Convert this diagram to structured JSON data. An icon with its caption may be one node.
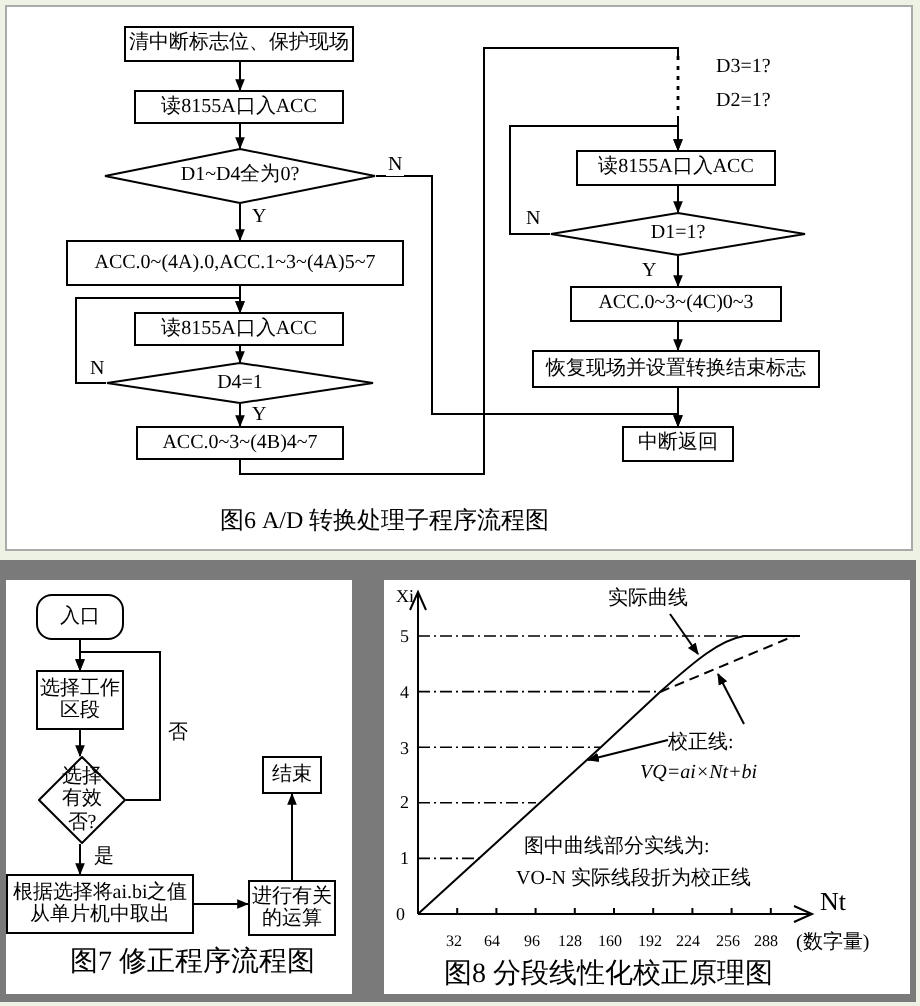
{
  "diagram": {
    "nodes": [
      {
        "text": [
          "清中断标志位、保护现场"
        ]
      },
      {
        "text": [
          "读8155A口入ACC"
        ]
      },
      {
        "text": [
          "D1~D4全为0?"
        ]
      },
      {
        "text": [
          "ACC.0~(4A).0,ACC.1~3~(4A)5~7"
        ]
      },
      {
        "text": [
          "读8155A口入ACC"
        ]
      },
      {
        "text": [
          "D4=1"
        ]
      },
      {
        "text": [
          "ACC.0~3~(4B)4~7"
        ]
      },
      {
        "text": [
          "读8155A口入ACC"
        ]
      },
      {
        "text": [
          "D1=1?"
        ]
      },
      {
        "text": [
          "ACC.0~3~(4C)0~3"
        ]
      },
      {
        "text": [
          "恢复现场并设置转换结束标志"
        ]
      },
      {
        "text": [
          "中断返回"
        ]
      },
      {
        "text": [
          "入口"
        ]
      },
      {
        "text": [
          "选择工作区段"
        ]
      },
      {
        "text": [
          "选择有效否?"
        ]
      },
      {
        "text": [
          "根据选择将ai.bi之值从单片机中取出"
        ]
      },
      {
        "text": [
          "进行有关的运算"
        ]
      },
      {
        "text": [
          "结束"
        ]
      },
      {
        "text": [
          "实际曲线"
        ]
      },
      {
        "text": [
          "校正线:",
          "VQ=ai×Nt+bi"
        ]
      }
    ],
    "edges": [
      {
        "from": 0,
        "to": 1,
        "arrow": "to"
      },
      {
        "from": 1,
        "to": 2,
        "arrow": "to"
      },
      {
        "from": 2,
        "to": 3,
        "arrow": "to",
        "label": "Y"
      },
      {
        "from": 3,
        "to": 4,
        "arrow": "to"
      },
      {
        "from": 4,
        "to": 5,
        "arrow": "to"
      },
      {
        "from": 5,
        "to": 6,
        "arrow": "to",
        "label": "Y"
      },
      {
        "from": 5,
        "to": 4,
        "arrow": "to",
        "label": "N"
      },
      {
        "from": 2,
        "to": 11,
        "arrow": "to",
        "label": "N"
      },
      {
        "from": 6,
        "to": 7,
        "arrow": "to"
      },
      {
        "from": 7,
        "to": 8,
        "arrow": "to"
      },
      {
        "from": 8,
        "to": 9,
        "arrow": "to",
        "label": "Y"
      },
      {
        "from": 8,
        "to": 7,
        "arrow": "to",
        "label": "N"
      },
      {
        "from": 9,
        "to": 10,
        "arrow": "to"
      },
      {
        "from": 10,
        "to": 11,
        "arrow": "to"
      },
      {
        "from": 12,
        "to": 13,
        "arrow": "to"
      },
      {
        "from": 13,
        "to": 14,
        "arrow": "to"
      },
      {
        "from": 14,
        "to": 15,
        "arrow": "to",
        "label": "是"
      },
      {
        "from": 14,
        "to": 13,
        "arrow": "to",
        "label": "否"
      },
      {
        "from": 15,
        "to": 16,
        "arrow": "to"
      },
      {
        "from": 16,
        "to": 17,
        "arrow": "to"
      },
      {
        "from": 18,
        "to": null,
        "arrow": "to"
      },
      {
        "from": 19,
        "to": null,
        "arrow": "to"
      },
      {
        "from": 19,
        "to": null,
        "arrow": "to"
      }
    ],
    "labels": [
      "D3=1?",
      "D2=1?",
      "图6 A/D 转换处理子程序流程图",
      "图7 修正程序流程图",
      "Xi",
      "5",
      "4",
      "3",
      "2",
      "1",
      "0",
      "32",
      "64",
      "96",
      "128",
      "160",
      "192",
      "224",
      "256",
      "288",
      "Nt",
      "(数字量)",
      "图中曲线部分实线为:",
      "VO-N 实际线段折为校正线",
      "图8 分段线性化校正原理图"
    ]
  }
}
